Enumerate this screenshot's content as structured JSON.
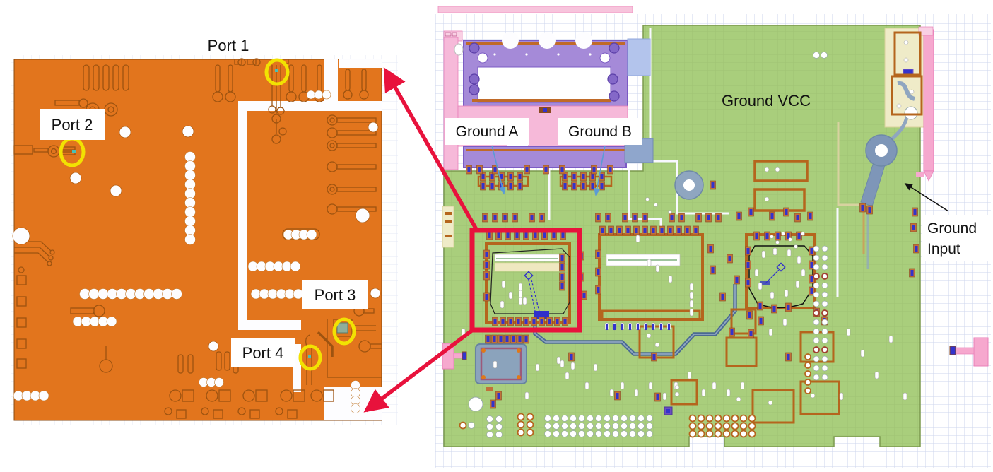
{
  "figure": {
    "type": "Annotated PCB layout figure",
    "left_panel_role": "Zoomed copper-layer detail view",
    "right_panel_role": "Full board layout view"
  },
  "annotations": {
    "port1": "Port 1",
    "port2": "Port 2",
    "port3": "Port 3",
    "port4": "Port 4",
    "ground_a": "Ground A",
    "ground_b": "Ground B",
    "ground_vcc": "Ground VCC",
    "ground_input_line1": "Ground",
    "ground_input_line2": "Input"
  },
  "colors": {
    "copper_orange": "#E2751D",
    "board_green": "#A9CE7C",
    "highlight_red": "#E8123C",
    "marker_yellow": "#F2E202",
    "connector_purple": "#A58AD8",
    "flex_pink": "#F6B9D9",
    "pad_slate": "#8FA6C0",
    "component_brown": "#B5651D",
    "pin_blue": "#2F2FCB",
    "annotation_blue": "#5B9BD5"
  }
}
